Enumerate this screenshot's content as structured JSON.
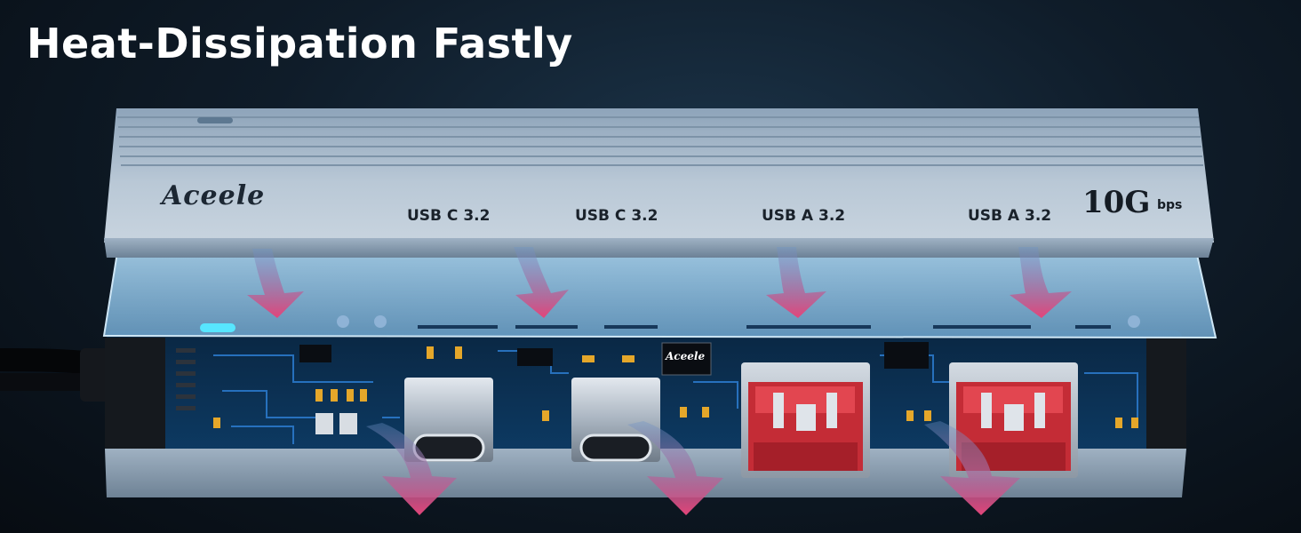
{
  "headline": "Heat-Dissipation Fastly",
  "lid": {
    "brand": "Aceele",
    "ports": [
      "USB C 3.2",
      "USB C 3.2",
      "USB A 3.2",
      "USB A 3.2"
    ],
    "speed_value": "10G",
    "speed_unit": "bps"
  },
  "chip": {
    "label": "Aceele"
  },
  "cable_side_icon": "usb-cable-icon",
  "arrow_icon": "heat-flow-arrow-icon",
  "colors": {
    "background": "#0f1c29",
    "aluminum": "#a9bccd",
    "pcb": "#0b3358",
    "trace": "#2a78c9",
    "usb_a_port": "#d9363f",
    "arrow_top": "#6a90c4",
    "arrow_bottom": "#e1477a"
  }
}
